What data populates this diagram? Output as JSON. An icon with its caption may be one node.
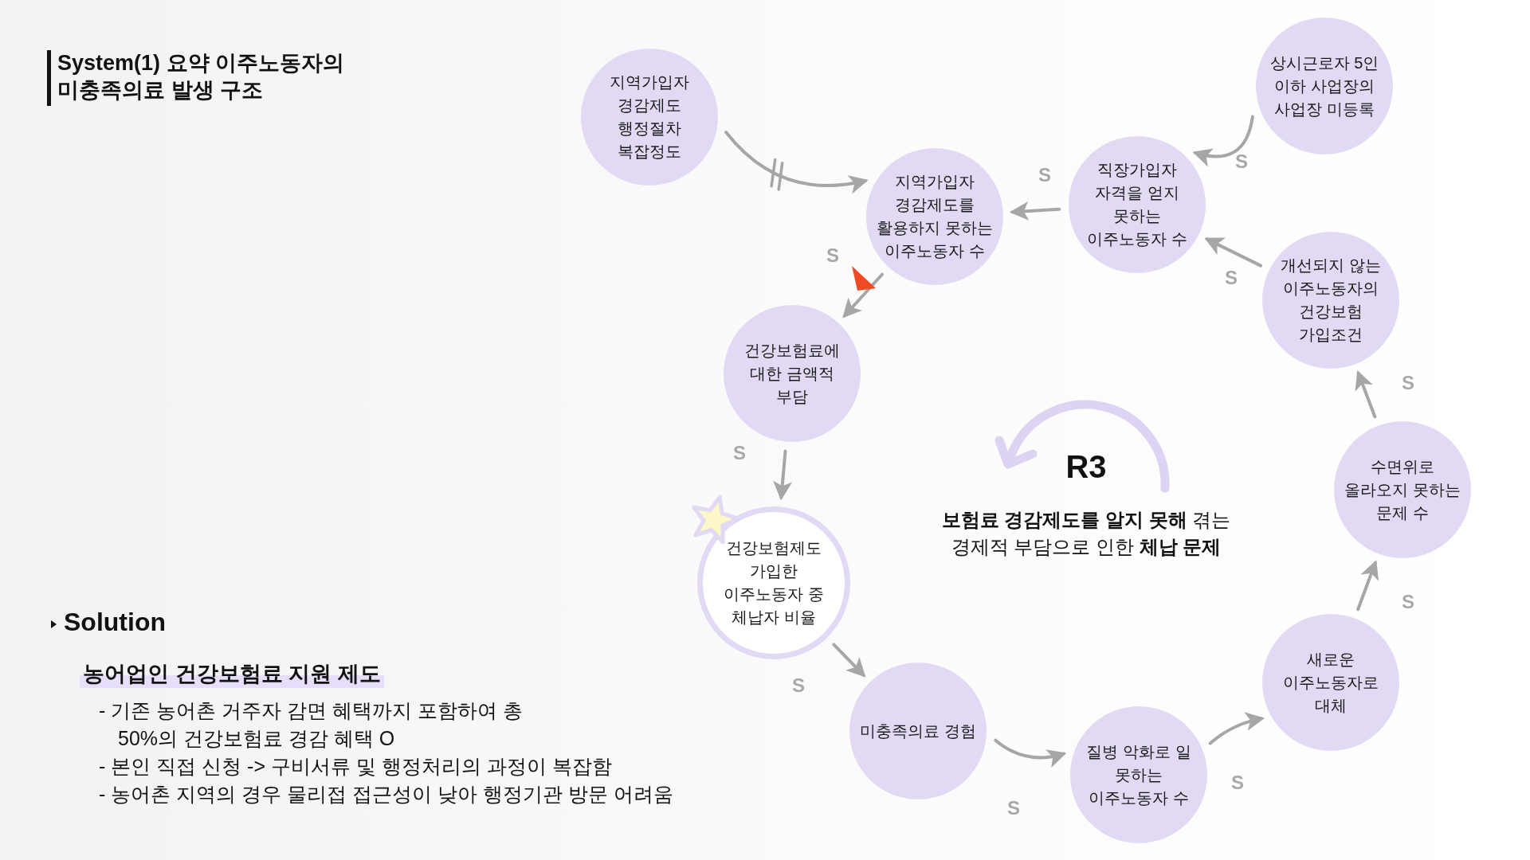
{
  "diagram": {
    "title": "System(1) 요약 이주노동자의 미충족의료 발생 구조",
    "nodes": [
      {
        "text": [
          "지역가입자 경감제도 행정절차 복잡정도"
        ]
      },
      {
        "text": [
          "지역가입자 경감제도를 활용하지 못하는 이주노동자 수"
        ]
      },
      {
        "text": [
          "직장가입자 자격을 얻지 못하는 이주노동자 수"
        ]
      },
      {
        "text": [
          "상시근로자 5인 이하 사업장의 사업장 미등록"
        ]
      },
      {
        "text": [
          "개선되지 않는 이주노동자의 건강보험 가입조건"
        ]
      },
      {
        "text": [
          "수면위로 올라오지 못하는 문제 수"
        ]
      },
      {
        "text": [
          "새로운 이주노동자로 대체"
        ]
      },
      {
        "text": [
          "질병 악화로 일 못하는 이주노동자 수"
        ]
      },
      {
        "text": [
          "미충족의료 경험"
        ]
      },
      {
        "text": [
          "건강보험제도 가입한 이주노동자 중 체납자 비율"
        ]
      },
      {
        "text": [
          "건강보험료에 대한 금액적 부담"
        ]
      }
    ],
    "edges": [
      {
        "from": 0,
        "to": 1,
        "arrow": "to"
      },
      {
        "from": 3,
        "to": 2,
        "arrow": "to",
        "label": "S"
      },
      {
        "from": 2,
        "to": 1,
        "arrow": "to",
        "label": "S"
      },
      {
        "from": 4,
        "to": 2,
        "arrow": "to",
        "label": "S"
      },
      {
        "from": 1,
        "to": 10,
        "arrow": "to",
        "label": "S"
      },
      {
        "from": 10,
        "to": 9,
        "arrow": "to",
        "label": "S"
      },
      {
        "from": 9,
        "to": 8,
        "arrow": "to",
        "label": "S"
      },
      {
        "from": 8,
        "to": 7,
        "arrow": "to",
        "label": "S"
      },
      {
        "from": 7,
        "to": 6,
        "arrow": "to",
        "label": "S"
      },
      {
        "from": 6,
        "to": 5,
        "arrow": "to",
        "label": "S"
      },
      {
        "from": 5,
        "to": 4,
        "arrow": "to",
        "label": "S"
      }
    ],
    "labels": [
      "Solution",
      "농어업인 건강보험료 지원 제도",
      "- 기존 농어촌 거주자 감면 혜택까지 포함하여 총 50%의 건강보험료 경감 혜택 O",
      "- 본인 직접 신청 -> 구비서류 및 행정처리의 과정이 복잡함",
      "- 농어촌 지역의 경우 물리접 접근성이 낮아 행정기관 방문 어려움",
      "R3",
      "**보험료 경감제도를 알지 못해** 겪는 경제적 부담으로 인한 **체납 문제**"
    ]
  }
}
